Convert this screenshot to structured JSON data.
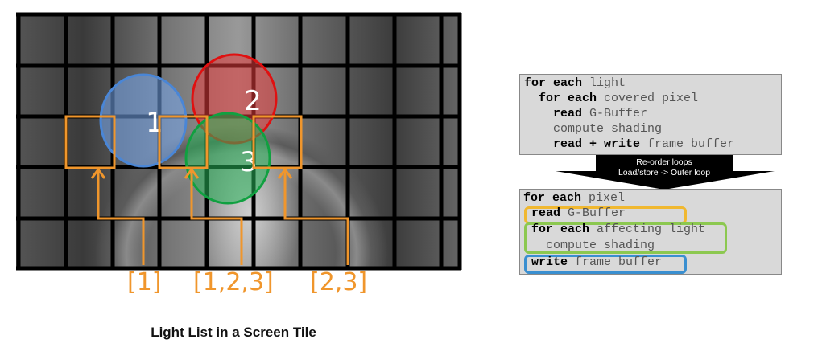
{
  "figure": {
    "caption": "Light List in a Screen Tile",
    "lights": [
      {
        "label": "1",
        "color": "#4a86d6"
      },
      {
        "label": "2",
        "color": "#e01010"
      },
      {
        "label": "3",
        "color": "#10a040"
      }
    ],
    "tile_lists": [
      "[1]",
      "[1,2,3]",
      "[2,3]"
    ],
    "highlight_color": "#f0962c"
  },
  "code_before": {
    "lines": [
      {
        "kw": "for each",
        "rest": " light"
      },
      {
        "kw": "for each",
        "rest": " covered pixel"
      },
      {
        "kw": "read",
        "rest": " G-Buffer"
      },
      {
        "kw": "",
        "rest": "compute shading"
      },
      {
        "kw": "read + write",
        "rest": " frame buffer"
      }
    ]
  },
  "transform_arrow": {
    "line1": "Re-order loops",
    "line2": "Load/store -> Outer loop"
  },
  "code_after": {
    "lines": [
      {
        "kw": "for each",
        "rest": " pixel"
      },
      {
        "kw": "read",
        "rest": " G-Buffer"
      },
      {
        "kw": "for each",
        "rest": " affecting light"
      },
      {
        "kw": "",
        "rest": "compute shading"
      },
      {
        "kw": "write",
        "rest": " frame buffer"
      }
    ],
    "box_colors": [
      "#f0b830",
      "#8cc850",
      "#3a8fd0"
    ]
  }
}
